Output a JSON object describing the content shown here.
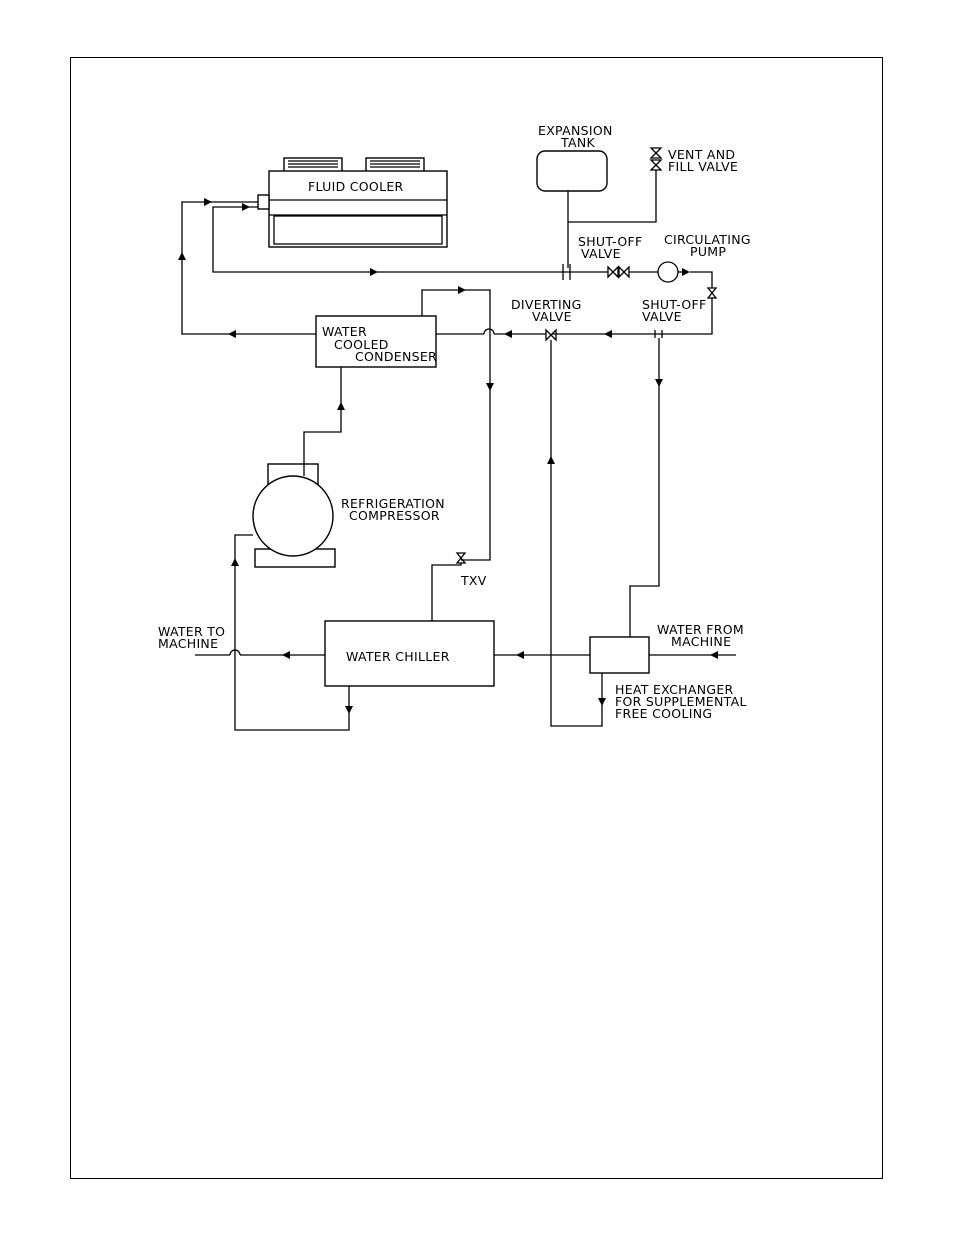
{
  "diagram": {
    "labels": {
      "expansion_tank_1": "EXPANSION",
      "expansion_tank_2": "TANK",
      "vent_fill_1": "VENT AND",
      "vent_fill_2": "FILL VALVE",
      "fluid_cooler": "FLUID COOLER",
      "shutoff_upper_1": "SHUT-OFF",
      "shutoff_upper_2": "VALVE",
      "circulating_pump_1": "CIRCULATING",
      "circulating_pump_2": "PUMP",
      "diverting_valve_1": "DIVERTING",
      "diverting_valve_2": "VALVE",
      "shutoff_lower_1": "SHUT-OFF",
      "shutoff_lower_2": "VALVE",
      "condenser_1": "WATER",
      "condenser_2": "COOLED",
      "condenser_3": "CONDENSER",
      "compressor_1": "REFRIGERATION",
      "compressor_2": "COMPRESSOR",
      "txv": "TXV",
      "water_to_machine_1": "WATER TO",
      "water_to_machine_2": "MACHINE",
      "water_chiller": "WATER CHILLER",
      "water_from_machine_1": "WATER FROM",
      "water_from_machine_2": "MACHINE",
      "heat_exchanger_1": "HEAT EXCHANGER",
      "heat_exchanger_2": "FOR SUPPLEMENTAL",
      "heat_exchanger_3": "FREE COOLING"
    }
  }
}
